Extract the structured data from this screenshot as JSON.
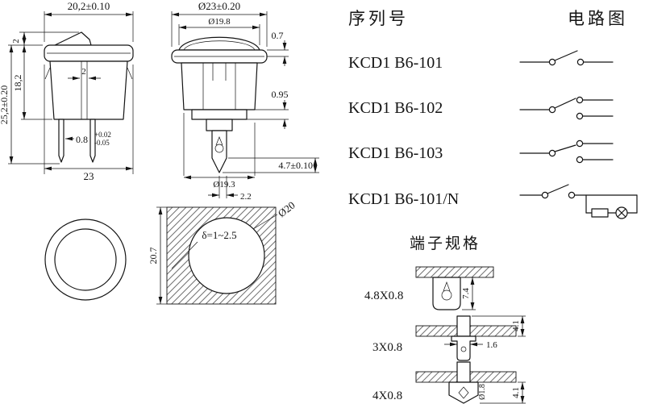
{
  "line_color": "#141414",
  "background_color": "#ffffff",
  "side_view": {
    "dim_width_top": "20,2±0.10",
    "dim_rocker_height": "2",
    "dim_total_height": "25,2±0.20",
    "dim_body_height": "18,2",
    "dim_inner": "2",
    "dim_pin_thickness": "0.8",
    "dim_pin_tol_plus": "+0.02",
    "dim_pin_tol_minus": "-0.05",
    "dim_width_bottom": "23"
  },
  "front_view": {
    "dim_dia_outer": "Ø23±0.20",
    "dim_dia_dome": "Ø19.8",
    "dim_lip": "0.7",
    "dim_step": "0.95",
    "dim_pin_length": "4.7±0.10",
    "dim_dia_body": "Ø19.3",
    "dim_pin_offset": "2.2"
  },
  "hole_view": {
    "dim_height": "20.7",
    "panel_thickness": "δ=1~2.5",
    "dim_hole_dia": "Ø20"
  },
  "catalog": {
    "serial_header": "序列号",
    "circuit_header": "电路图",
    "models": [
      {
        "name": "KCD1 B6-101"
      },
      {
        "name": "KCD1 B6-102"
      },
      {
        "name": "KCD1 B6-103"
      },
      {
        "name": "KCD1 B6-101/N"
      }
    ]
  },
  "terminals": {
    "title": "端子规格",
    "items": [
      {
        "label": "4.8X0.8",
        "dims": {
          "height": "7.4"
        }
      },
      {
        "label": "3X0.8",
        "dims": {
          "height": "4.1",
          "width": "1.6"
        }
      },
      {
        "label": "4X0.8",
        "dims": {
          "hole": "Ø1.8",
          "height": "4.1"
        }
      }
    ]
  }
}
